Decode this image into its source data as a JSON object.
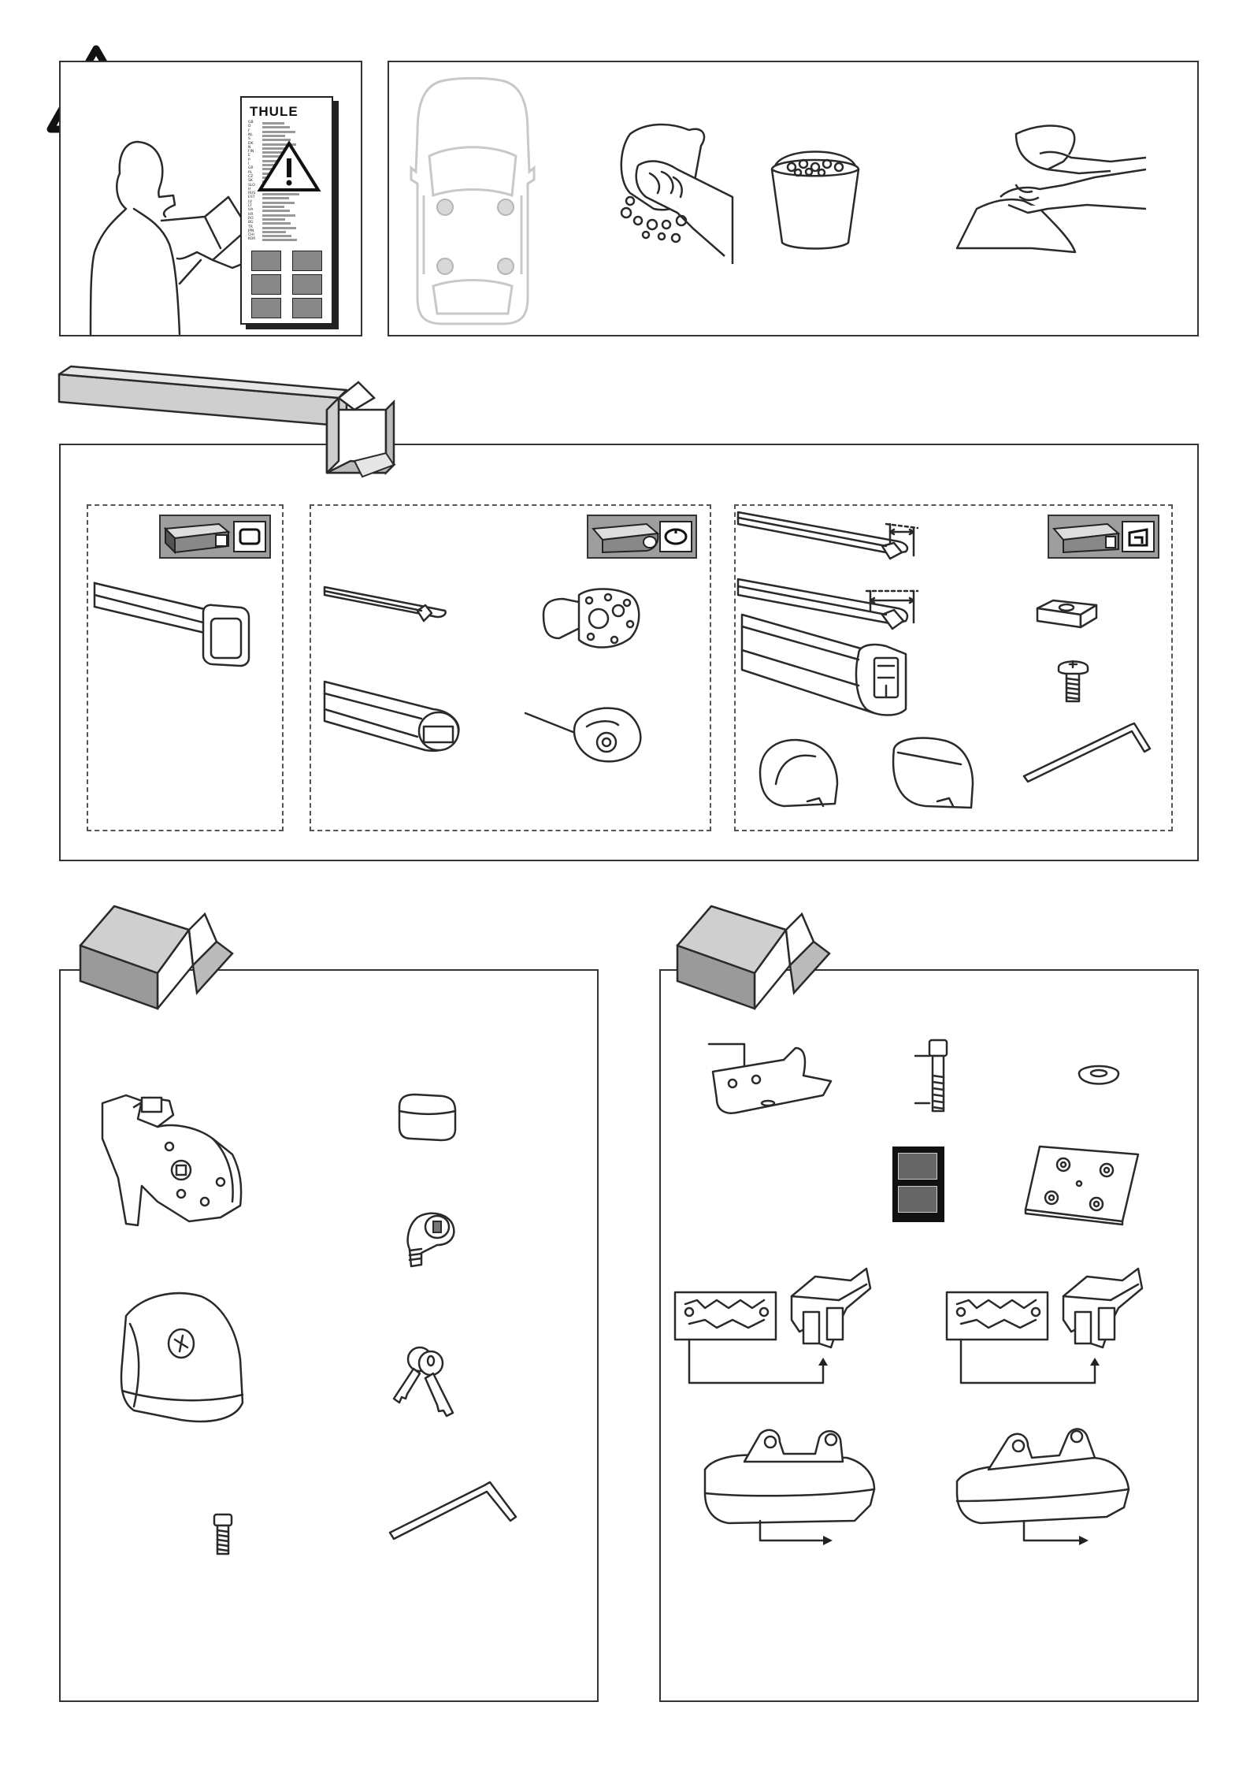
{
  "manual_card": {
    "brand_text": "THULE",
    "language_codes": [
      "GB",
      "D",
      "F",
      "NL",
      "S",
      "DK",
      "N",
      "FIN",
      "E",
      "P",
      "I",
      "GR",
      "PL",
      "CZ",
      "SK",
      "SLO",
      "H",
      "RUS",
      "EST",
      "LV",
      "LT",
      "UA",
      "HR",
      "RO",
      "BG",
      "TR",
      "JPN",
      "CHI",
      "KOR"
    ]
  },
  "icons": {
    "warning": "warning-triangle-icon",
    "square_bar": "square-bar-profile-icon",
    "wing_bar": "wing-bar-profile-icon",
    "slot_bar": "slot-bar-profile-icon"
  },
  "colors": {
    "line": "#2a2a2a",
    "box_gray": "#c9c9c9",
    "icon_gray": "#9e9e9e"
  }
}
